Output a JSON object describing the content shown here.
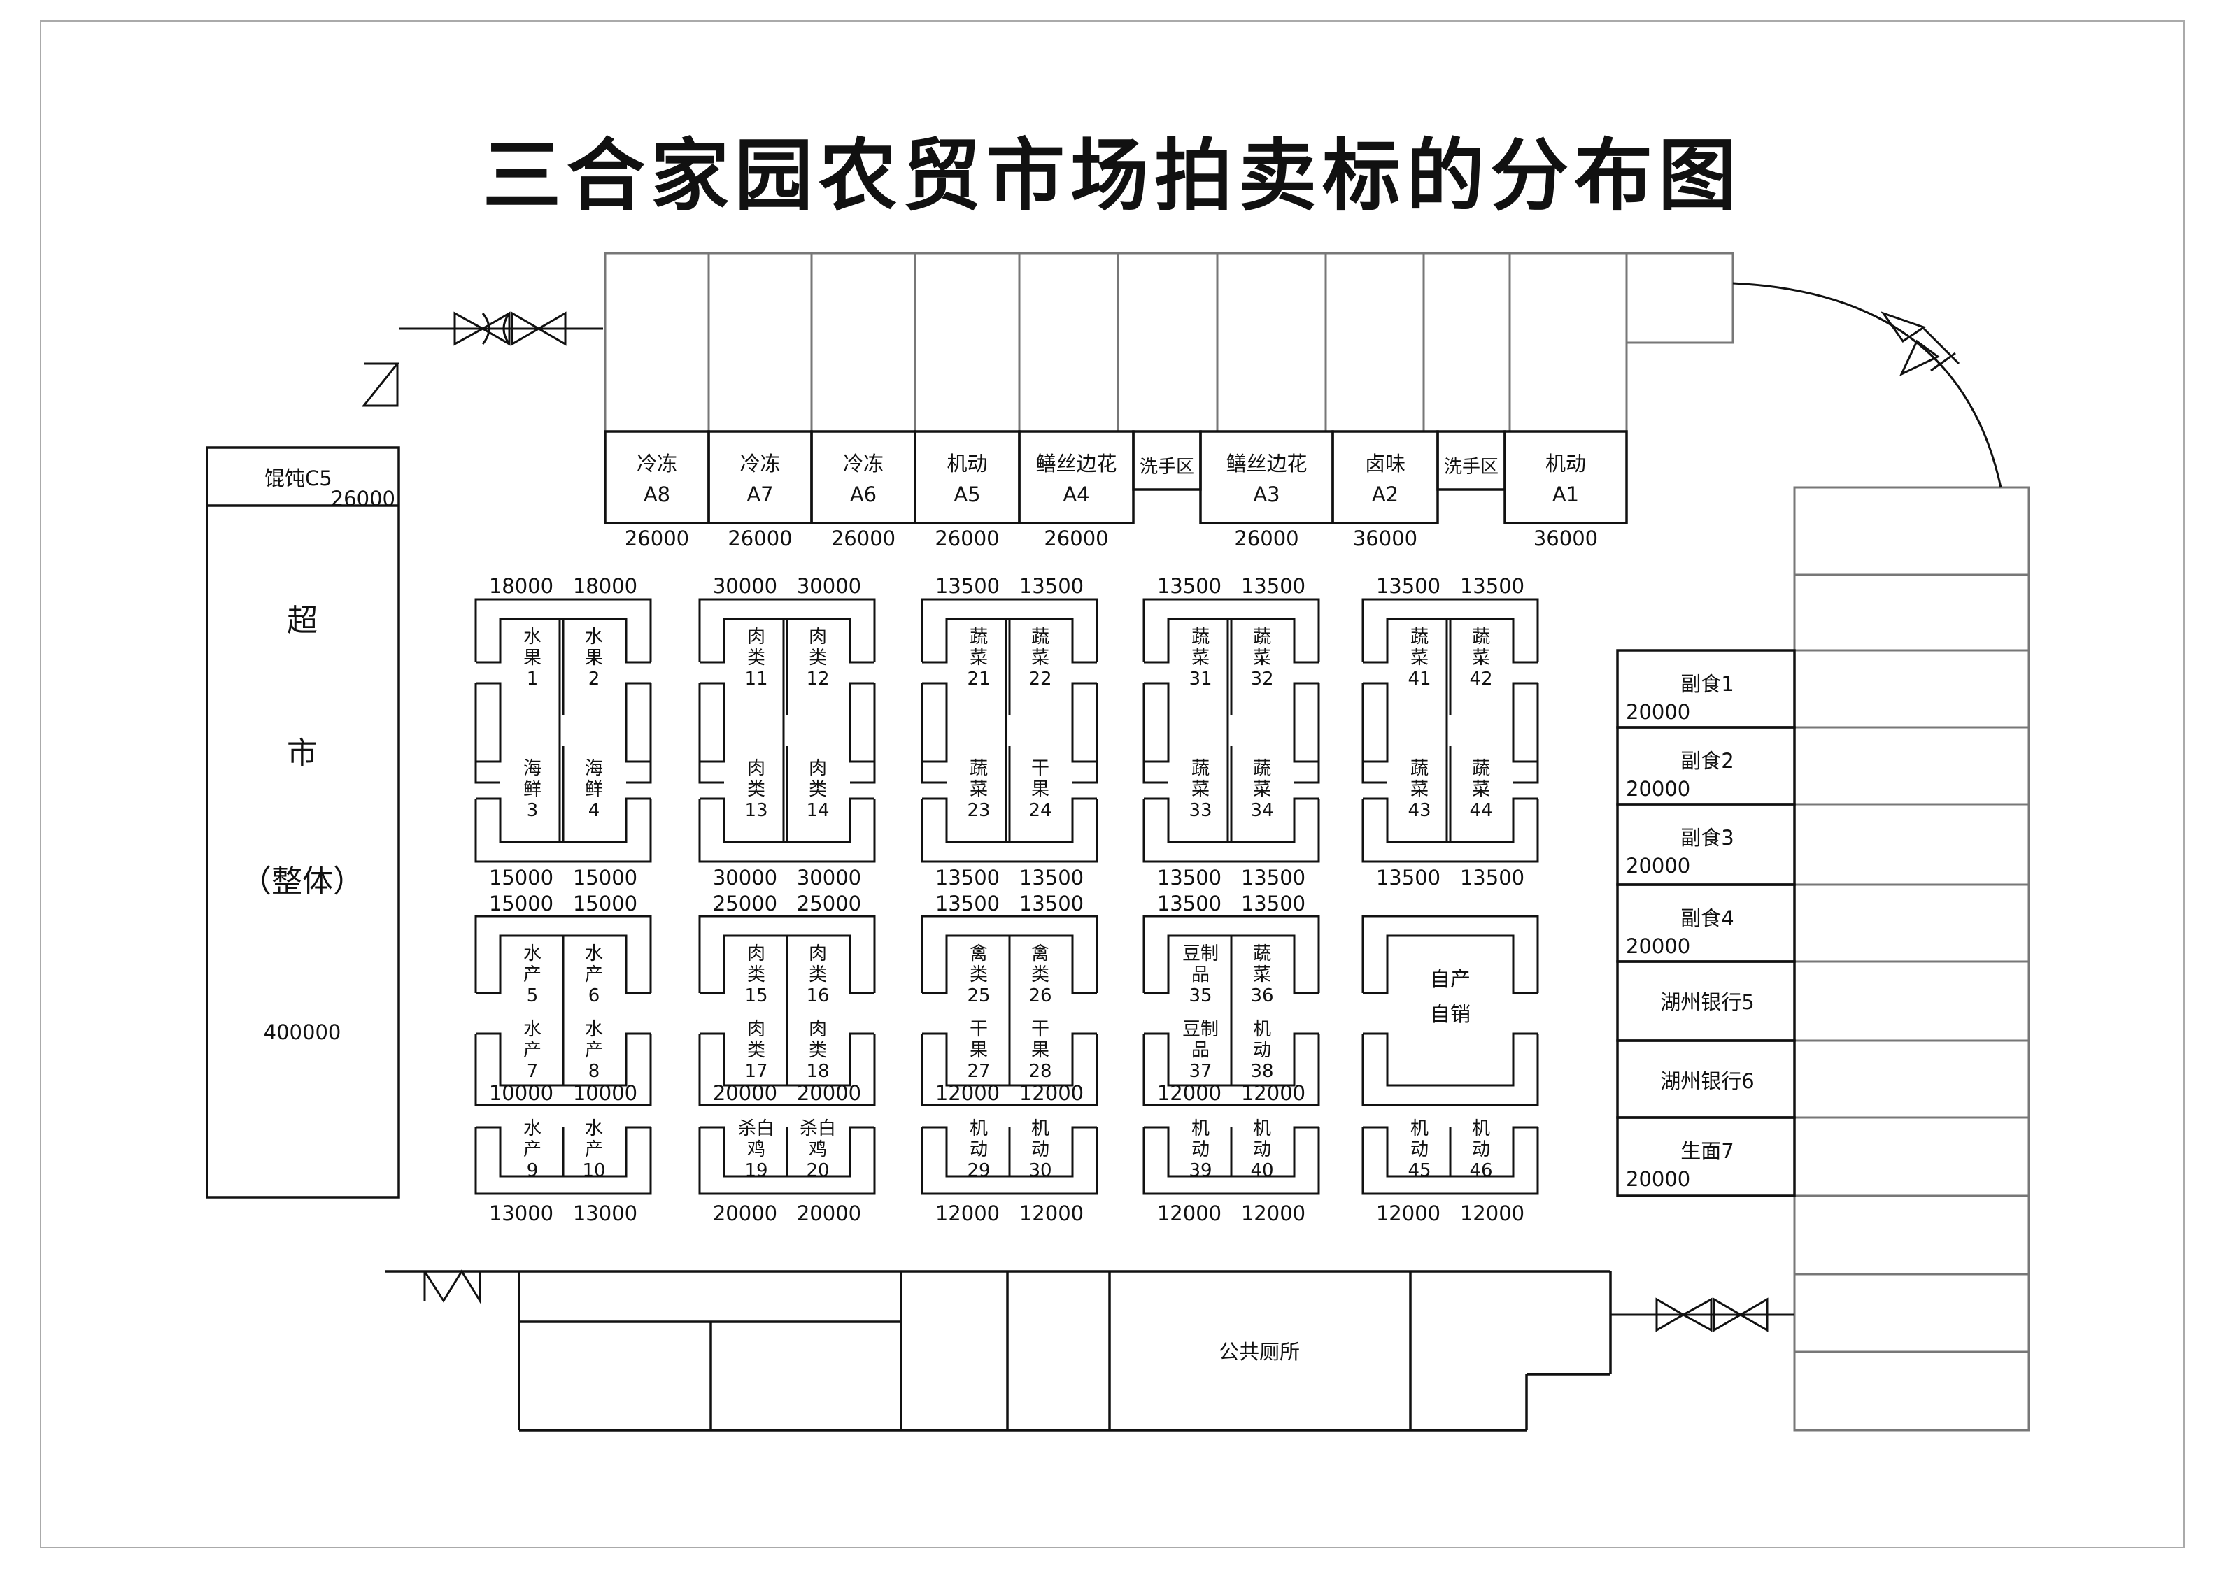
{
  "title": "三合家园农贸市场拍卖标的分布图",
  "top_row": [
    {
      "name": "冷冻",
      "code": "A8",
      "price": "26000"
    },
    {
      "name": "冷冻",
      "code": "A7",
      "price": "26000"
    },
    {
      "name": "冷冻",
      "code": "A6",
      "price": "26000"
    },
    {
      "name": "机动",
      "code": "A5",
      "price": "26000"
    },
    {
      "name": "鳝丝边花",
      "code": "A4",
      "price": "26000"
    },
    {
      "name": "洗手区",
      "code": "",
      "price": ""
    },
    {
      "name": "鳝丝边花",
      "code": "A3",
      "price": "26000"
    },
    {
      "name": "卤味",
      "code": "A2",
      "price": "36000"
    },
    {
      "name": "洗手区",
      "code": "",
      "price": ""
    },
    {
      "name": "机动",
      "code": "A1",
      "price": "36000"
    }
  ],
  "supermarket": {
    "c5_label": "馄饨C5",
    "c5_price": "26000",
    "chars": [
      "超",
      "市",
      "（整体）"
    ],
    "price": "400000"
  },
  "right_side": [
    {
      "name": "副食1",
      "price": "20000"
    },
    {
      "name": "副食2",
      "price": "20000"
    },
    {
      "name": "副食3",
      "price": "20000"
    },
    {
      "name": "副食4",
      "price": "20000"
    },
    {
      "name": "湖州银行5",
      "price": ""
    },
    {
      "name": "湖州银行6",
      "price": ""
    },
    {
      "name": "生面7",
      "price": "20000"
    }
  ],
  "toilet": "公共厕所",
  "upper_blocks": [
    {
      "top_prices": [
        "18000",
        "18000"
      ],
      "cells": [
        [
          "水",
          "果",
          "1"
        ],
        [
          "水",
          "果",
          "2"
        ],
        [
          "海",
          "鲜",
          "3"
        ],
        [
          "海",
          "鲜",
          "4"
        ]
      ],
      "bottom_prices": [
        "15000",
        "15000"
      ]
    },
    {
      "top_prices": [
        "30000",
        "30000"
      ],
      "cells": [
        [
          "肉",
          "类",
          "11"
        ],
        [
          "肉",
          "类",
          "12"
        ],
        [
          "肉",
          "类",
          "13"
        ],
        [
          "肉",
          "类",
          "14"
        ]
      ],
      "bottom_prices": [
        "30000",
        "30000"
      ]
    },
    {
      "top_prices": [
        "13500",
        "13500"
      ],
      "cells": [
        [
          "蔬",
          "菜",
          "21"
        ],
        [
          "蔬",
          "菜",
          "22"
        ],
        [
          "蔬",
          "菜",
          "23"
        ],
        [
          "干",
          "果",
          "24"
        ]
      ],
      "bottom_prices": [
        "13500",
        "13500"
      ]
    },
    {
      "top_prices": [
        "13500",
        "13500"
      ],
      "cells": [
        [
          "蔬",
          "菜",
          "31"
        ],
        [
          "蔬",
          "菜",
          "32"
        ],
        [
          "蔬",
          "菜",
          "33"
        ],
        [
          "蔬",
          "菜",
          "34"
        ]
      ],
      "bottom_prices": [
        "13500",
        "13500"
      ]
    },
    {
      "top_prices": [
        "13500",
        "13500"
      ],
      "cells": [
        [
          "蔬",
          "菜",
          "41"
        ],
        [
          "蔬",
          "菜",
          "42"
        ],
        [
          "蔬",
          "菜",
          "43"
        ],
        [
          "蔬",
          "菜",
          "44"
        ]
      ],
      "bottom_prices": [
        "13500",
        "13500"
      ]
    }
  ],
  "lower_blocks": [
    {
      "top_prices": [
        "15000",
        "15000"
      ],
      "cells": [
        [
          "水",
          "产",
          "5"
        ],
        [
          "水",
          "产",
          "6"
        ],
        [
          "水",
          "产",
          "7"
        ],
        [
          "水",
          "产",
          "8"
        ]
      ],
      "mid_prices": [
        "10000",
        "10000"
      ],
      "bottom_cells": [
        [
          "水",
          "产",
          "9"
        ],
        [
          "水",
          "产",
          "10"
        ]
      ],
      "bottom_prices": [
        "13000",
        "13000"
      ]
    },
    {
      "top_prices": [
        "25000",
        "25000"
      ],
      "cells": [
        [
          "肉",
          "类",
          "15"
        ],
        [
          "肉",
          "类",
          "16"
        ],
        [
          "肉",
          "类",
          "17"
        ],
        [
          "肉",
          "类",
          "18"
        ]
      ],
      "mid_prices": [
        "20000",
        "20000"
      ],
      "bottom_cells": [
        [
          "杀白",
          "鸡",
          "19"
        ],
        [
          "杀白",
          "鸡",
          "20"
        ]
      ],
      "bottom_prices": [
        "20000",
        "20000"
      ]
    },
    {
      "top_prices": [
        "13500",
        "13500"
      ],
      "cells": [
        [
          "禽",
          "类",
          "25"
        ],
        [
          "禽",
          "类",
          "26"
        ],
        [
          "干",
          "果",
          "27"
        ],
        [
          "干",
          "果",
          "28"
        ]
      ],
      "mid_prices": [
        "12000",
        "12000"
      ],
      "bottom_cells": [
        [
          "机",
          "动",
          "29"
        ],
        [
          "机",
          "动",
          "30"
        ]
      ],
      "bottom_prices": [
        "12000",
        "12000"
      ]
    },
    {
      "top_prices": [
        "13500",
        "13500"
      ],
      "cells": [
        [
          "豆制",
          "品",
          "35"
        ],
        [
          "蔬",
          "菜",
          "36"
        ],
        [
          "豆制",
          "品",
          "37"
        ],
        [
          "机",
          "动",
          "38"
        ]
      ],
      "mid_prices": [
        "12000",
        "12000"
      ],
      "bottom_cells": [
        [
          "机",
          "动",
          "39"
        ],
        [
          "机",
          "动",
          "40"
        ]
      ],
      "bottom_prices": [
        "12000",
        "12000"
      ]
    },
    {
      "top_prices": [
        "",
        ""
      ],
      "self_sale": "自产自销",
      "mid_prices": [
        "",
        ""
      ],
      "bottom_cells": [
        [
          "机",
          "动",
          "45"
        ],
        [
          "机",
          "动",
          "46"
        ]
      ],
      "bottom_prices": [
        "12000",
        "12000"
      ]
    }
  ]
}
